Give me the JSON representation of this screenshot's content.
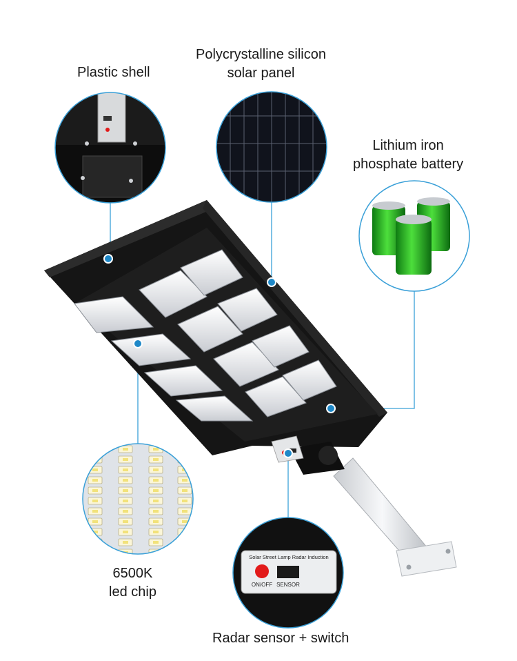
{
  "labels": {
    "plastic_shell": "Plastic shell",
    "solar_panel_line1": "Polycrystalline silicon",
    "solar_panel_line2": "solar panel",
    "battery_line1": "Lithium iron",
    "battery_line2": "phosphate battery",
    "led_line1": "6500K",
    "led_line2": "led chip",
    "radar": "Radar sensor + switch"
  },
  "sensor_panel": {
    "title": "Solar Street Lamp Radar Induction",
    "button_label": "ON/OFF",
    "sensor_label": "SENSOR"
  },
  "colors": {
    "callout_line": "#3aa0d8",
    "callout_dot": "#1e88c8",
    "lamp_body": "#151515",
    "battery_green": "#33cc33",
    "switch_red": "#e21a1a"
  }
}
